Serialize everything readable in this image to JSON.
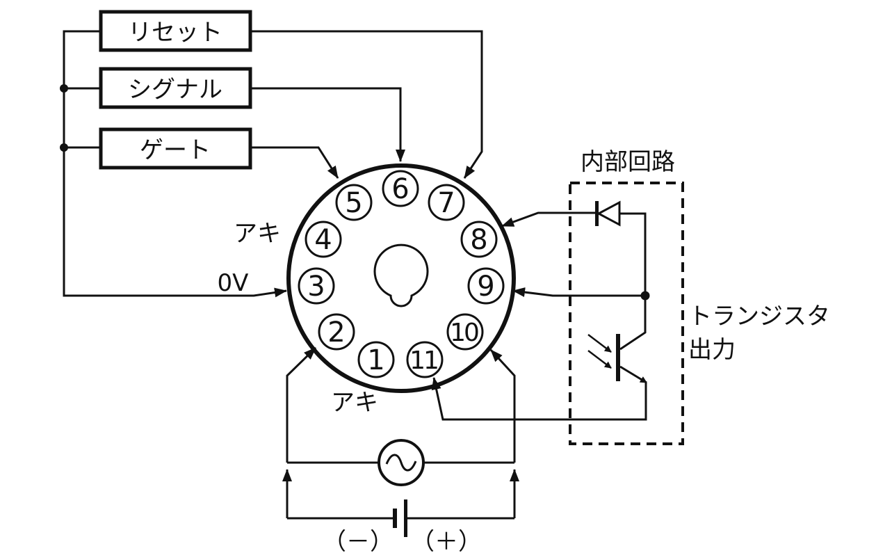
{
  "inputs": {
    "reset": "リセット",
    "signal": "シグナル",
    "gate": "ゲート"
  },
  "pins": [
    "1",
    "2",
    "3",
    "4",
    "5",
    "6",
    "7",
    "8",
    "9",
    "10",
    "11"
  ],
  "labels": {
    "unused_upper": "アキ",
    "unused_lower": "アキ",
    "zero_v": "0V",
    "internal_circuit": "内部回路",
    "transistor_output_line1": "トランジスタ",
    "transistor_output_line2": "出力",
    "minus": "（－）",
    "plus": "（＋）"
  }
}
